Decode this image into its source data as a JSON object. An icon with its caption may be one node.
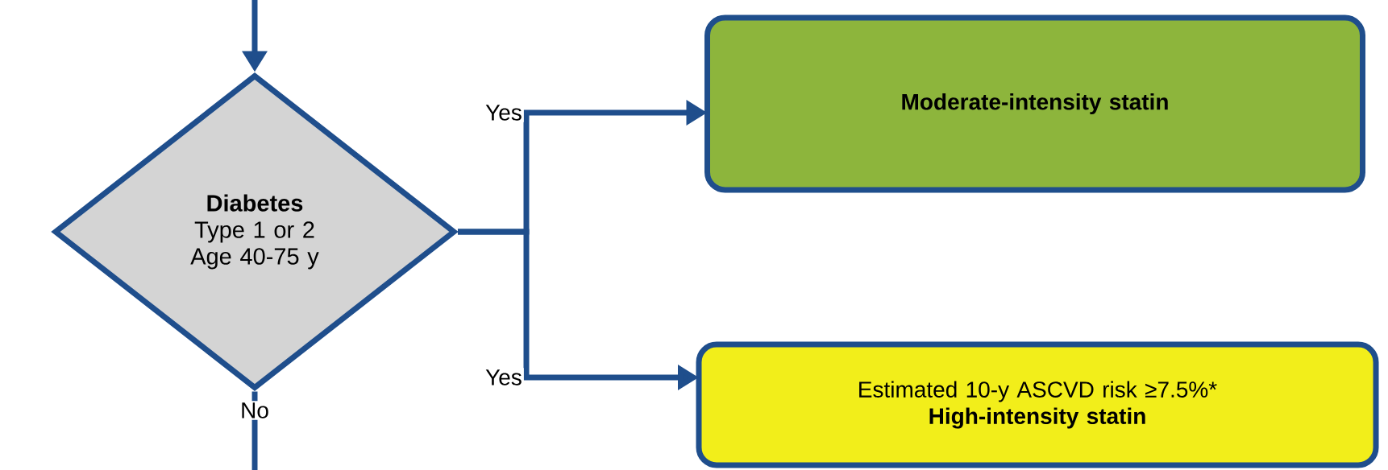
{
  "diagram": {
    "nodes": [
      {
        "text": [
          "Diabetes",
          "Type 1 or 2 Age 40-75 y"
        ]
      },
      {
        "text": [
          "Moderate-intensity statin"
        ]
      },
      {
        "text": [
          "Estimated 10-y ASCVD risk ≥7.5%*",
          "High-intensity statin"
        ]
      }
    ],
    "edges": [
      {
        "from": null,
        "to": 0,
        "arrow": "to"
      },
      {
        "from": 0,
        "to": 1,
        "arrow": "to",
        "label": "Yes"
      },
      {
        "from": 0,
        "to": 2,
        "arrow": "to",
        "label": "Yes"
      },
      {
        "from": 0,
        "to": null,
        "arrow": "none",
        "label": "No"
      }
    ]
  }
}
